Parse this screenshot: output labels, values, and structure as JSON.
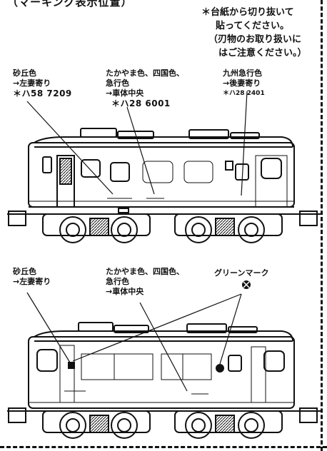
{
  "top_heading_partial": "（マーキング表示位置）",
  "notice": {
    "line1": "＊台紙から切り抜いて",
    "line2": "貼ってください。",
    "line3": "（刃物のお取り扱いに",
    "line4": "はご注意ください。）"
  },
  "upper_view": {
    "label_left": {
      "line1": "砂丘色",
      "line2": "→左妻寄り",
      "code": "＊ハ58 7209"
    },
    "label_center": {
      "line1": "たかやま色、四国色、",
      "line2": "急行色",
      "line3": "→車体中央",
      "code": "＊ハ28 6001"
    },
    "label_right": {
      "line1": "九州急行色",
      "line2": "→後妻寄り",
      "code": "＊ハ28 2401"
    }
  },
  "lower_view": {
    "label_left": {
      "line1": "砂丘色",
      "line2": "→左妻寄り"
    },
    "label_center": {
      "line1": "たかやま色、四国色、",
      "line2": "急行色",
      "line3": "→車体中央"
    },
    "label_right": {
      "line1": "グリーンマーク",
      "icon": "green-mark-icon"
    }
  }
}
